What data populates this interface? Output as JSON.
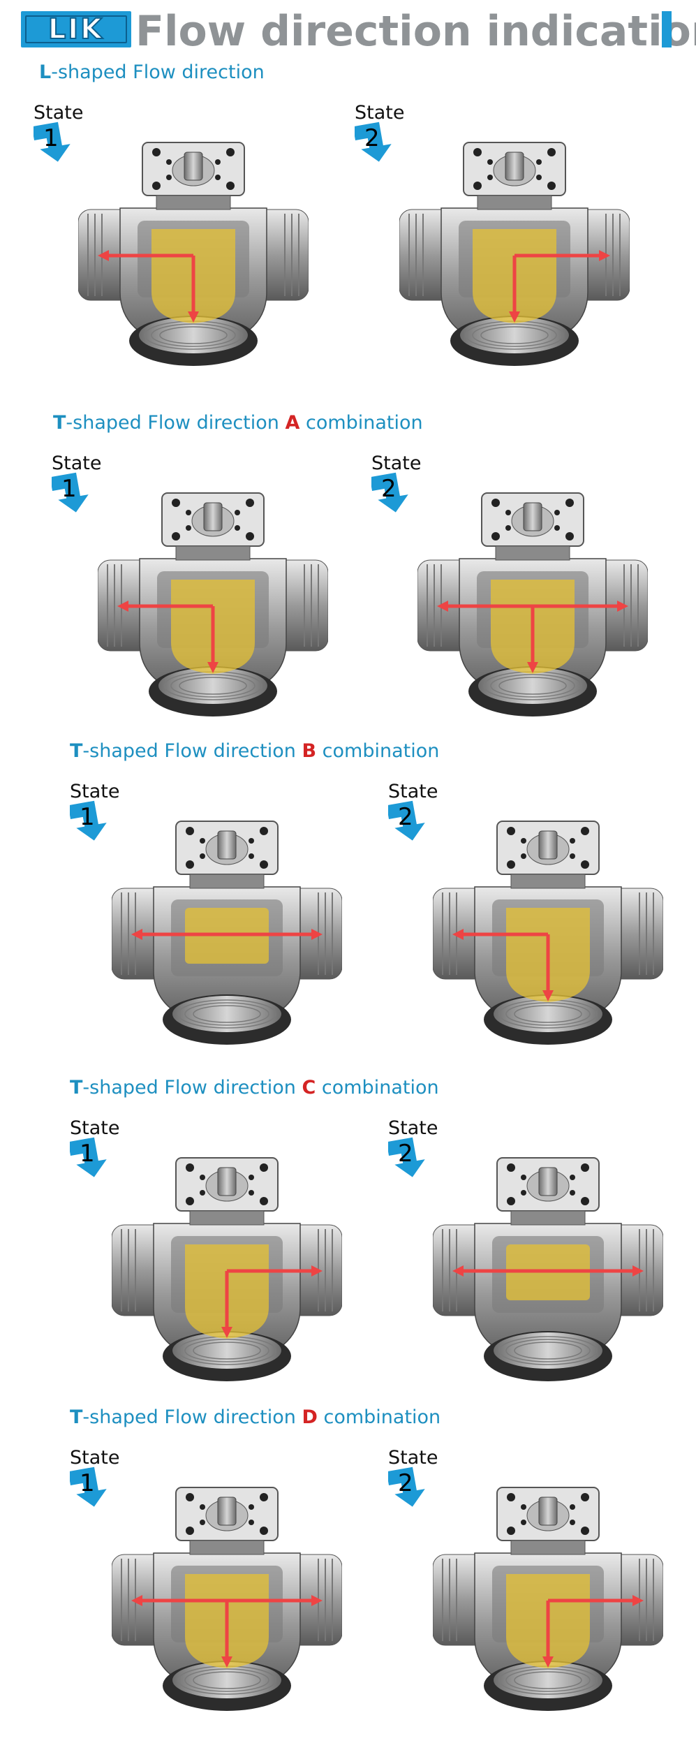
{
  "header": {
    "logo_text": "LIK",
    "title": "Flow direction indication",
    "accent_color": "#1d9ad6"
  },
  "sections": [
    {
      "prefix": "L",
      "middle": "-shaped Flow direction",
      "accent": "",
      "suffix": "",
      "states": [
        {
          "word": "State",
          "number": "1",
          "flow": "left-down"
        },
        {
          "word": "State",
          "number": "2",
          "flow": "right-down"
        }
      ]
    },
    {
      "prefix": "T",
      "middle": "-shaped Flow direction ",
      "accent": "A",
      "suffix": " combination",
      "states": [
        {
          "word": "State",
          "number": "1",
          "flow": "left-down"
        },
        {
          "word": "State",
          "number": "2",
          "flow": "left-right-down"
        }
      ]
    },
    {
      "prefix": "T",
      "middle": "-shaped Flow direction ",
      "accent": "B",
      "suffix": " combination",
      "states": [
        {
          "word": "State",
          "number": "1",
          "flow": "left-right"
        },
        {
          "word": "State",
          "number": "2",
          "flow": "left-down"
        }
      ]
    },
    {
      "prefix": "T",
      "middle": "-shaped Flow direction ",
      "accent": "C",
      "suffix": " combination",
      "states": [
        {
          "word": "State",
          "number": "1",
          "flow": "right-down"
        },
        {
          "word": "State",
          "number": "2",
          "flow": "left-right"
        }
      ]
    },
    {
      "prefix": "T",
      "middle": "-shaped Flow direction ",
      "accent": "D",
      "suffix": " combination",
      "states": [
        {
          "word": "State",
          "number": "1",
          "flow": "left-right-down"
        },
        {
          "word": "State",
          "number": "2",
          "flow": "right-down"
        }
      ]
    }
  ],
  "colors": {
    "title_blue": "#1d8fc0",
    "accent_red": "#d42424",
    "arrow_red": "#ee4444",
    "ball_yellow": "#e6c234",
    "state_blue": "#1d9ad6"
  }
}
